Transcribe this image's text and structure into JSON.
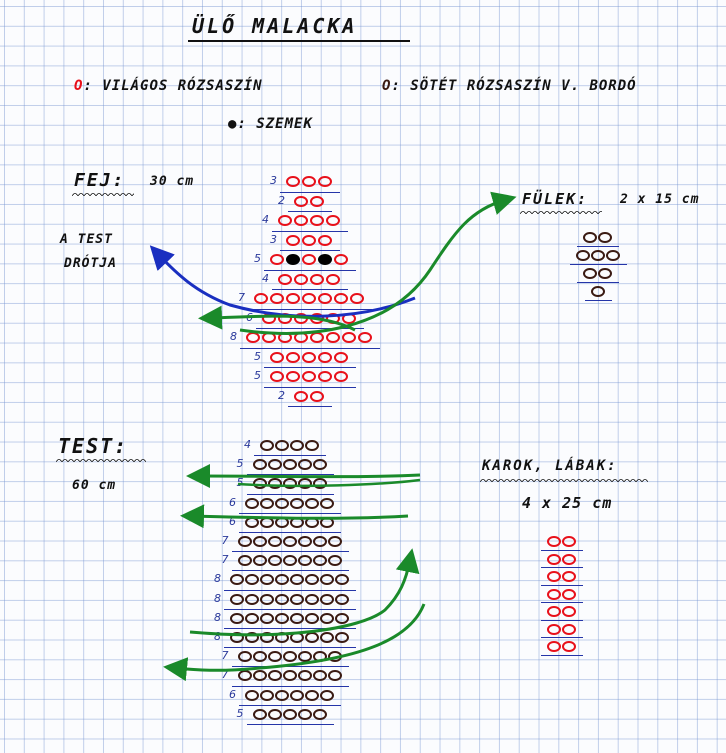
{
  "title": "ÜLŐ MALACKA",
  "legend": {
    "light": {
      "symbol": "O",
      "text": ": VILÁGOS RÓZSASZÍN"
    },
    "dark": {
      "symbol": "O",
      "text": ": SÖTÉT RÓZSASZÍN V. BORDÓ"
    },
    "eyes": {
      "symbol": "●",
      "text": ": SZEMEK"
    }
  },
  "colors": {
    "light": "#e8101a",
    "dark": "#3a1a12",
    "eye": "#000000",
    "arrow": "#1a8a2a",
    "wire": "#1a2fc0"
  },
  "head": {
    "label": "FEJ:",
    "length": "30 cm",
    "wire_note": [
      "A TEST",
      "DRÓTJA"
    ],
    "rows": [
      {
        "count": "3",
        "beads": "rrr"
      },
      {
        "count": "2",
        "beads": "rr"
      },
      {
        "count": "4",
        "beads": "rrrr"
      },
      {
        "count": "3",
        "beads": "rrr"
      },
      {
        "count": "5",
        "beads": "rerer"
      },
      {
        "count": "4",
        "beads": "rrrr"
      },
      {
        "count": "7",
        "beads": "rrrrrrr"
      },
      {
        "count": "6",
        "beads": "rrrrrr"
      },
      {
        "count": "8",
        "beads": "rrrrrrrr"
      },
      {
        "count": "5",
        "beads": "rrrrr"
      },
      {
        "count": "5",
        "beads": "rrrrr"
      },
      {
        "count": "2",
        "beads": "rr"
      }
    ]
  },
  "ears": {
    "label": "FÜLEK:",
    "size": "2 x 15 cm",
    "rows": [
      {
        "beads": "bb"
      },
      {
        "beads": "bbb"
      },
      {
        "beads": "bb"
      },
      {
        "beads": "b"
      }
    ]
  },
  "body": {
    "label": "TEST:",
    "length": "60 cm",
    "rows": [
      {
        "count": "4",
        "beads": "bbbb"
      },
      {
        "count": "5",
        "beads": "bbbbb"
      },
      {
        "count": "5",
        "beads": "bbbbb"
      },
      {
        "count": "6",
        "beads": "bbbbbb"
      },
      {
        "count": "6",
        "beads": "bbbbbb"
      },
      {
        "count": "7",
        "beads": "bbbbbbb"
      },
      {
        "count": "7",
        "beads": "bbbbbbb"
      },
      {
        "count": "8",
        "beads": "bbbbbbbb"
      },
      {
        "count": "8",
        "beads": "bbbbbbbb"
      },
      {
        "count": "8",
        "beads": "bbbbbbbb"
      },
      {
        "count": "8",
        "beads": "bbbbbbbb"
      },
      {
        "count": "7",
        "beads": "bbbbbbb"
      },
      {
        "count": "7",
        "beads": "bbbbbbb"
      },
      {
        "count": "6",
        "beads": "bbbbbb"
      },
      {
        "count": "5",
        "beads": "bbbbb"
      }
    ]
  },
  "limbs": {
    "label": "KAROK, LÁBAK:",
    "size": "4 x 25 cm",
    "rows": [
      {
        "beads": "rr"
      },
      {
        "beads": "rr"
      },
      {
        "beads": "rr"
      },
      {
        "beads": "rr"
      },
      {
        "beads": "rr"
      },
      {
        "beads": "rr"
      },
      {
        "beads": "rr"
      }
    ]
  }
}
